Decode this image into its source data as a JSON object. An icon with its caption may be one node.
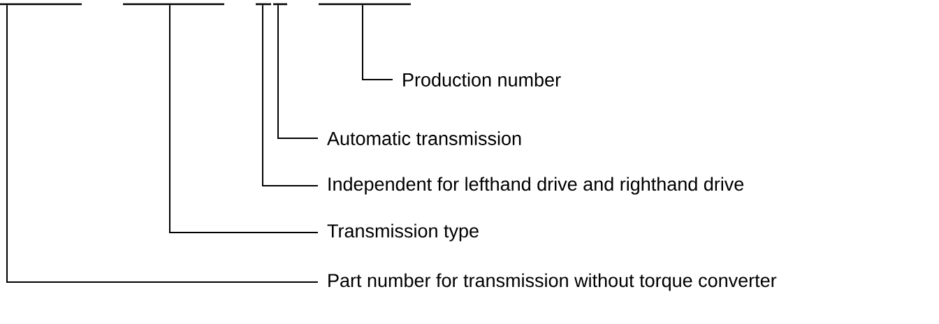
{
  "diagram": {
    "nodes": [
      {
        "text": [],
        "shape": "bar"
      },
      {
        "text": [],
        "shape": "bar"
      },
      {
        "text": [],
        "shape": "bar"
      },
      {
        "text": [],
        "shape": "bar"
      },
      {
        "text": [],
        "shape": "bar"
      },
      {
        "text": [
          "Production number"
        ]
      },
      {
        "text": [
          "Automatic transmission"
        ]
      },
      {
        "text": [
          "Independent for lefthand drive and righthand drive"
        ]
      },
      {
        "text": [
          "Transmission type"
        ]
      },
      {
        "text": [
          "Part number for transmission without torque converter"
        ]
      }
    ],
    "edges": [
      {
        "from": 5,
        "to": 4,
        "arrow": "none"
      },
      {
        "from": 6,
        "to": 3,
        "arrow": "none"
      },
      {
        "from": 7,
        "to": 2,
        "arrow": "none"
      },
      {
        "from": 8,
        "to": 1,
        "arrow": "none"
      },
      {
        "from": 9,
        "to": 0,
        "arrow": "none"
      }
    ]
  }
}
